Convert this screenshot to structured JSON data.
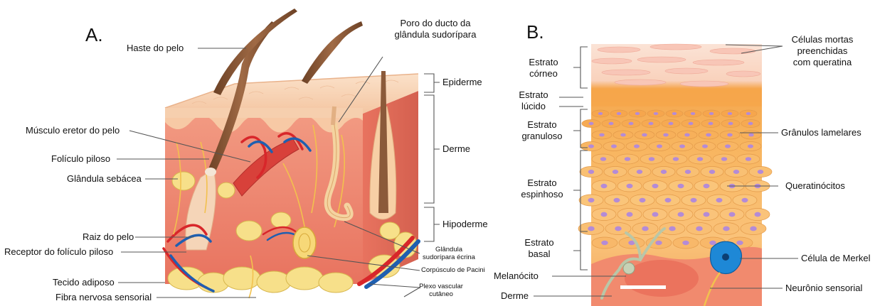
{
  "panel_a": {
    "letter": "A.",
    "labels": {
      "haste": "Haste do pelo",
      "poro": "Poro do ducto da\nglândula sudorípara",
      "epiderme": "Epiderme",
      "derme": "Derme",
      "hipoderme": "Hipoderme",
      "musculo": "Músculo eretor do pelo",
      "foliculo": "Folículo piloso",
      "sebacea": "Glândula sebácea",
      "raiz": "Raiz do pelo",
      "receptor": "Receptor do folículo piloso",
      "adiposo": "Tecido adiposo",
      "fibra": "Fibra nervosa sensorial",
      "sudoripara": "Glândula\nsudorípara écrina",
      "pacini": "Corpúsculo de Pacini",
      "plexo": "Plexo vascular\ncutâneo"
    }
  },
  "panel_b": {
    "letter": "B.",
    "labels": {
      "corneo": "Estrato\ncórneo",
      "lucido": "Estrato\nlúcido",
      "granuloso": "Estrato\ngranuloso",
      "espinhoso": "Estrato\nespinhoso",
      "basal": "Estrato\nbasal",
      "melanocito": "Melanócito",
      "derme": "Derme",
      "mortas": "Células mortas\npreenchidas\ncom queratina",
      "granulos": "Grânulos lamelares",
      "queratinocitos": "Queratinócitos",
      "merkel": "Célula de Merkel",
      "neuronio": "Neurônio sensorial"
    }
  },
  "colors": {
    "epidermis": "#f6c9a6",
    "dermis": "#ef8a74",
    "dermis_dark": "#e06a5a",
    "fat": "#f7e08a",
    "artery": "#d8262a",
    "vein": "#1f5fb0",
    "hair": "#8b5a3a",
    "cell_orange": "#f6b25a",
    "cell_light": "#fbd79b",
    "merkel": "#1e88d6"
  }
}
